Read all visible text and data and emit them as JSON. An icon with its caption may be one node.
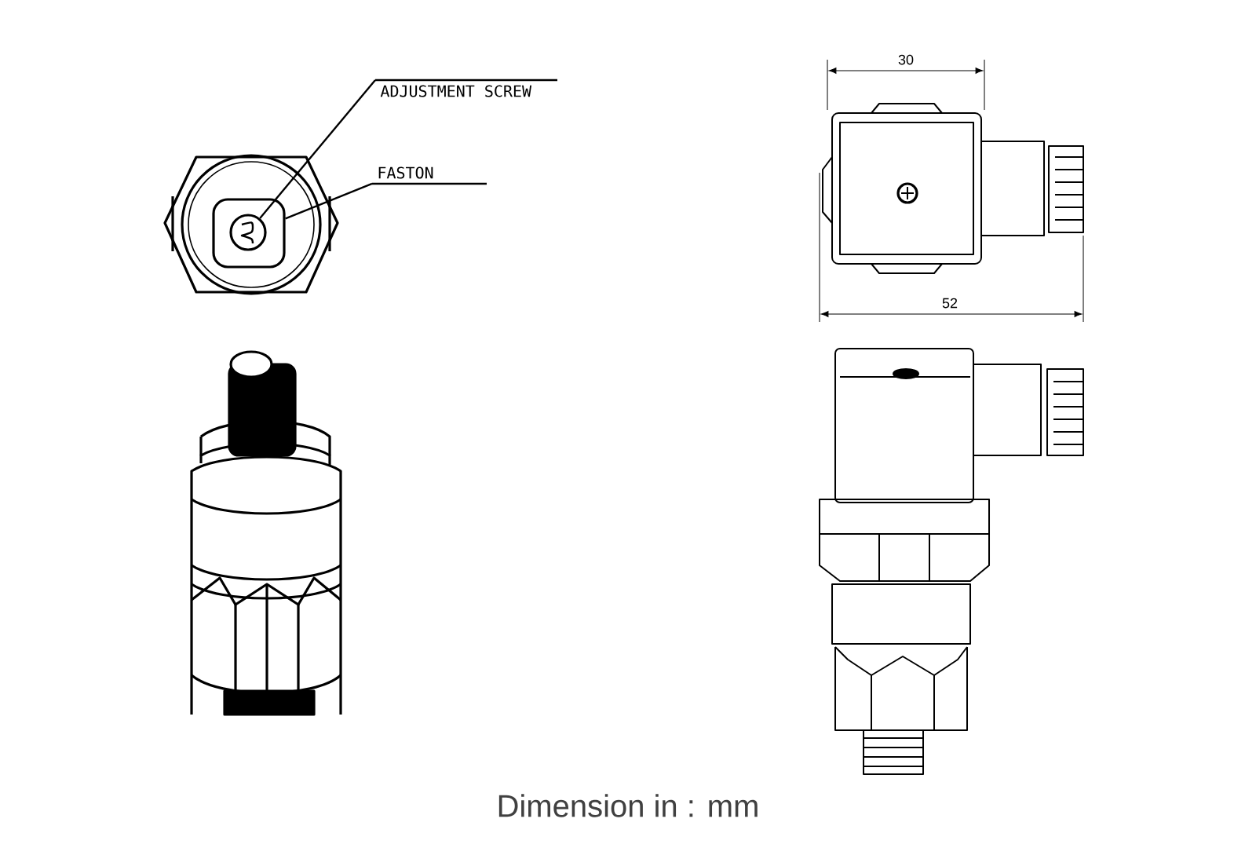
{
  "diagram": {
    "caption": "Dimension in : mm",
    "nodes": [
      {
        "text": [
          "ADJUSTMENT SCREW"
        ]
      },
      {
        "text": [
          "FASTON"
        ]
      },
      {
        "text": [],
        "shape": "box"
      },
      {
        "text": [],
        "shape": "circle",
        "in": 2
      }
    ],
    "edges": [
      {
        "from": 0,
        "to": 3,
        "arrow": "none"
      },
      {
        "from": 1,
        "to": 2,
        "arrow": "none"
      }
    ],
    "labels": [
      "30",
      "52"
    ]
  }
}
